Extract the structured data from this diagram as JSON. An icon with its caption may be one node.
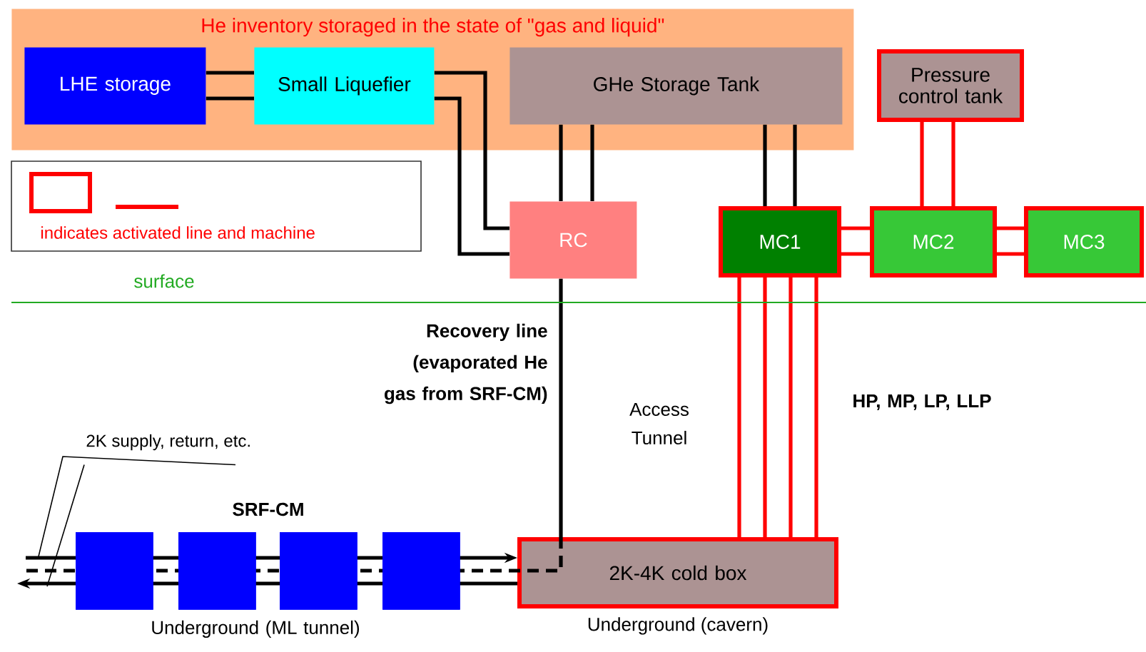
{
  "diagram": {
    "nodes": [
      {
        "text": [
          "He inventory storaged in the state of \"gas and liquid\""
        ]
      },
      {
        "text": [
          "LHE storage"
        ],
        "in": 0
      },
      {
        "text": [
          "Small Liquefier"
        ],
        "in": 0
      },
      {
        "text": [
          "GHe Storage Tank"
        ],
        "in": 0
      },
      {
        "text": [
          "Pressure control tank"
        ]
      },
      {
        "text": [
          "RC"
        ]
      },
      {
        "text": [
          "MC1"
        ]
      },
      {
        "text": [
          "MC2"
        ]
      },
      {
        "text": [
          "MC3"
        ]
      },
      {
        "text": [
          "2K-4K cold box"
        ],
        "beside": [
          "Underground (cavern)"
        ]
      },
      {
        "text": [],
        "shape": "box"
      },
      {
        "text": [],
        "shape": "box"
      },
      {
        "text": [],
        "shape": "box"
      },
      {
        "text": [],
        "shape": "box"
      },
      {
        "text": [
          "2K supply, return, etc."
        ]
      }
    ],
    "edges": [
      {
        "from": 1,
        "to": 2,
        "arrow": "none"
      },
      {
        "from": 1,
        "to": 2,
        "arrow": "none"
      },
      {
        "from": 2,
        "to": 5,
        "arrow": "none"
      },
      {
        "from": 2,
        "to": 5,
        "arrow": "none"
      },
      {
        "from": 3,
        "to": 5,
        "arrow": "none"
      },
      {
        "from": 3,
        "to": 5,
        "arrow": "none"
      },
      {
        "from": 3,
        "to": 6,
        "arrow": "none"
      },
      {
        "from": 3,
        "to": 6,
        "arrow": "none"
      },
      {
        "from": 4,
        "to": 7,
        "arrow": "none",
        "color": "#ff0000"
      },
      {
        "from": 4,
        "to": 7,
        "arrow": "none",
        "color": "#ff0000"
      },
      {
        "from": 6,
        "to": 7,
        "arrow": "none",
        "color": "#ff0000"
      },
      {
        "from": 6,
        "to": 7,
        "arrow": "none",
        "color": "#ff0000"
      },
      {
        "from": 7,
        "to": 8,
        "arrow": "none",
        "color": "#ff0000"
      },
      {
        "from": 7,
        "to": 8,
        "arrow": "none",
        "color": "#ff0000"
      },
      {
        "from": 6,
        "to": 9,
        "arrow": "none",
        "color": "#ff0000"
      },
      {
        "from": 6,
        "to": 9,
        "arrow": "none",
        "color": "#ff0000"
      },
      {
        "from": 6,
        "to": 9,
        "arrow": "none",
        "color": "#ff0000"
      },
      {
        "from": 6,
        "to": 9,
        "arrow": "none",
        "color": "#ff0000"
      },
      {
        "from": 5,
        "to": 9,
        "arrow": "none",
        "label": "Recovery line (evaporated He gas from SRF-CM)"
      },
      {
        "from": null,
        "to": 9,
        "arrow": "to"
      },
      {
        "from": 9,
        "to": null,
        "arrow": "to"
      },
      {
        "from": 9,
        "to": null,
        "arrow": "none",
        "style": "dashed"
      },
      {
        "from": 14,
        "to": null,
        "arrow": "none"
      },
      {
        "from": 14,
        "to": null,
        "arrow": "none"
      }
    ],
    "labels": [
      "surface",
      "HP, MP, LP, LLP",
      "Access Tunnel",
      "SRF-CM",
      "Underground (ML tunnel)"
    ],
    "legend": [
      {
        "text": "indicates activated line and machine"
      }
    ]
  }
}
